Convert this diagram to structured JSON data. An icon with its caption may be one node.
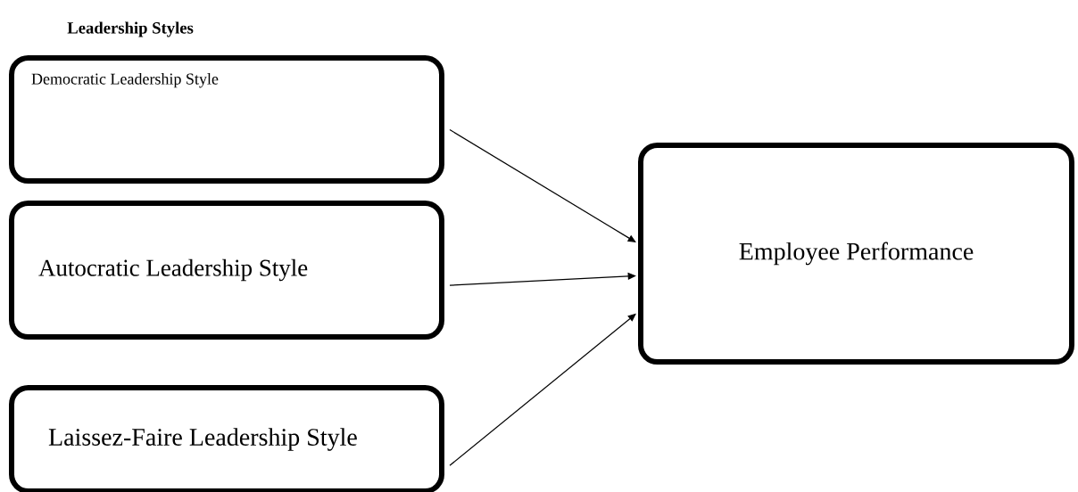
{
  "diagram": {
    "title": "Leadership Styles",
    "nodes": [
      {
        "text": [
          "Democratic Leadership Style"
        ]
      },
      {
        "text": [
          "Autocratic Leadership Style"
        ]
      },
      {
        "text": [
          "Laissez-Faire Leadership Style"
        ]
      },
      {
        "text": [
          "Employee Performance"
        ]
      }
    ],
    "edges": [
      {
        "from": 0,
        "to": 3,
        "arrow": "to"
      },
      {
        "from": 1,
        "to": 3,
        "arrow": "to"
      },
      {
        "from": 2,
        "to": 3,
        "arrow": "to"
      }
    ]
  }
}
